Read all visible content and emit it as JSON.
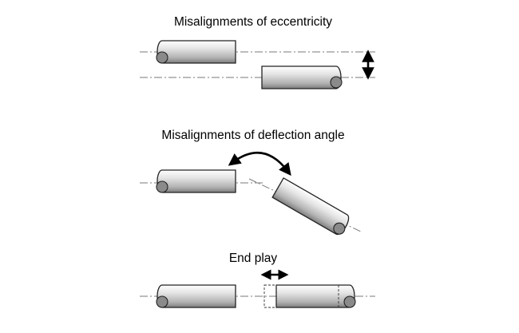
{
  "sections": {
    "eccentricity": {
      "title": "Misalignments of eccentricity"
    },
    "deflection": {
      "title": "Misalignments of deflection angle"
    },
    "end_play": {
      "title": "End play"
    }
  },
  "colors": {
    "shaft_light": "#ffffff",
    "shaft_mid": "#d9d9d9",
    "shaft_dark": "#7d7d7d",
    "end_cap": "#8a8a8a",
    "centerline": "#7a7a7a",
    "arrow": "#000000"
  }
}
